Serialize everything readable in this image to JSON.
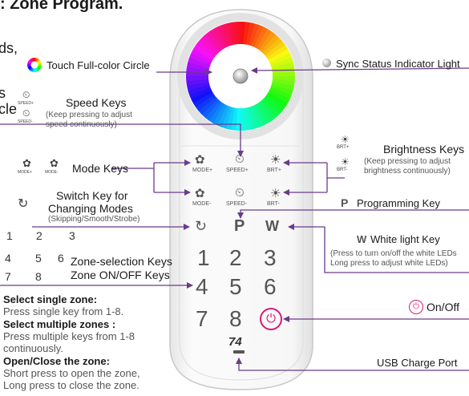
{
  "top_left": {
    "title_fragment": ": Zone Program.",
    "frag_ds": "ds,",
    "frag_s": "s",
    "frag_cle": "cle"
  },
  "labels": {
    "touch_circle": "Touch Full-color Circle",
    "sync_light": "Sync Status Indicator Light",
    "speed_keys": "Speed Keys",
    "speed_note": "(Keep pressing to adjust speed continuously)",
    "speed_plus": "SPEED+",
    "speed_minus": "SPEED-",
    "brightness_keys": "Brightness Keys",
    "brightness_note_1": "(Keep pressing to adjust",
    "brightness_note_2": "brightness continuously)",
    "brt_plus": "BRT+",
    "brt_minus": "BRT-",
    "mode_keys": "Mode Keys",
    "mode_plus": "MODE+",
    "mode_minus": "MODE-",
    "switch_key_1": "Switch Key for",
    "switch_key_2": "Changing Modes",
    "switch_note": "(Skipping/Smooth/Strobe)",
    "programming_letter": "P",
    "programming_key": "Programming Key",
    "white_letter": "W",
    "white_key": "White light Key",
    "white_note_1": "(Press to turn on/off the white LEDs",
    "white_note_2": "Long press to adjust white LEDs)",
    "zone_sel_1": "Zone-selection Keys",
    "zone_sel_2": "Zone ON/OFF Keys",
    "on_off": "On/Off",
    "usb": "USB Charge Port"
  },
  "zone_digits": [
    "1",
    "2",
    "3",
    "4",
    "5",
    "6",
    "7",
    "8"
  ],
  "instructions": {
    "h1": "Select single zone:",
    "t1": "Press single key from 1-8.",
    "h2": "Select multiple zones :",
    "t2a": "Press multiple keys from 1-8",
    "t2b": "continuously.",
    "h3": "Open/Close the zone:",
    "t3a": "Short press to open the zone,",
    "t3b": "Long press to close the zone."
  },
  "remote": {
    "keys": {
      "mode_plus": "MODE+",
      "speed_plus": "SPEED+",
      "brt_plus": "BRT+",
      "mode_minus": "MODE-",
      "speed_minus": "SPEED-",
      "brt_minus": "BRT-",
      "p": "P",
      "w": "W",
      "digits": [
        "1",
        "2",
        "3",
        "4",
        "5",
        "6",
        "7",
        "8"
      ],
      "logo": "74"
    }
  },
  "colors": {
    "arrow": "#6b3b8a",
    "accent_pink": "#d81b7a",
    "remote_body": "#f4f4f4",
    "key_text": "#555555"
  }
}
